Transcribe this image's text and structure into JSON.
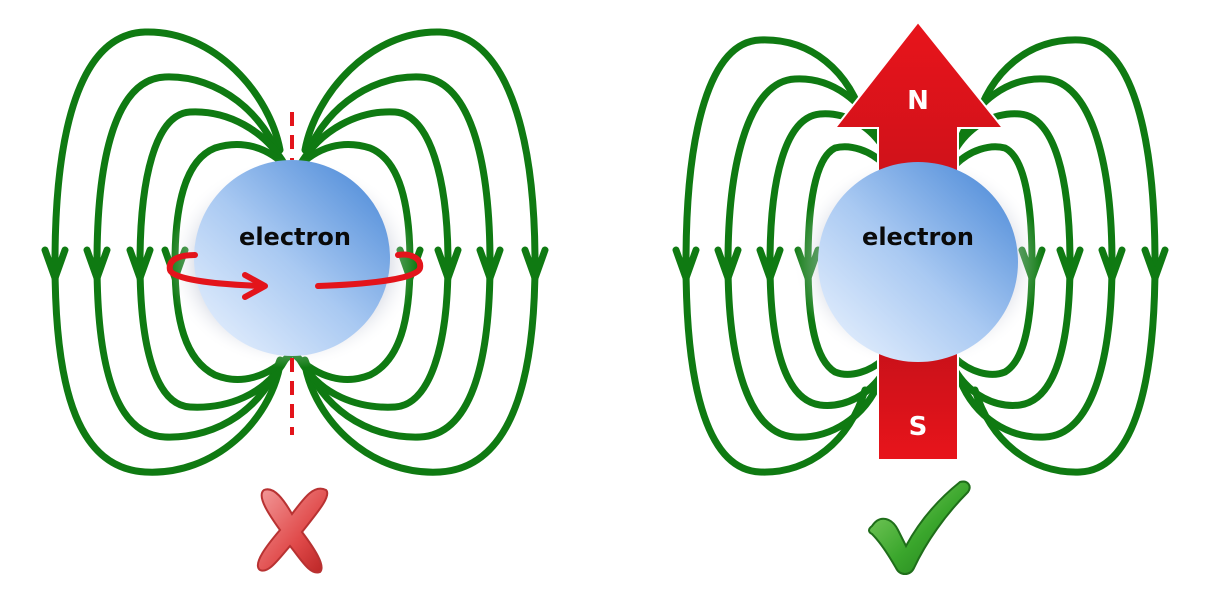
{
  "panels": [
    {
      "id": "left",
      "electron_label": "electron",
      "verdict": "incorrect",
      "verdict_icon": "red-cross-icon",
      "depicts": "spinning-charge"
    },
    {
      "id": "right",
      "electron_label": "electron",
      "north_label": "N",
      "south_label": "S",
      "verdict": "correct",
      "verdict_icon": "green-check-icon",
      "depicts": "bar-magnet"
    }
  ],
  "colors": {
    "field_line": "#0f7a12",
    "arrow_red": "#e3141b",
    "electron_light": "#dbe9fb",
    "electron_dark": "#5b97df",
    "halo": "#7f8aa4",
    "check_green": "#33a82a",
    "cross_red": "#e04a4a"
  }
}
